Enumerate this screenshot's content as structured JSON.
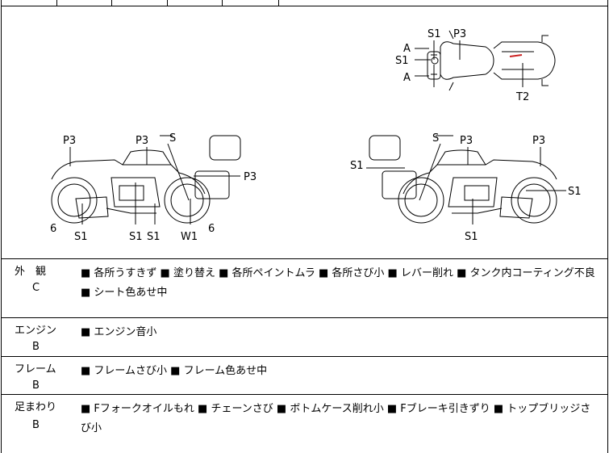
{
  "diagram": {
    "top_view": {
      "labels": [
        "S1",
        "P3",
        "A",
        "S1",
        "A",
        "T2"
      ]
    },
    "left_view": {
      "labels": [
        "P3",
        "P3",
        "S",
        "P3",
        "6",
        "S1",
        "S1",
        "S1",
        "W1",
        "6"
      ]
    },
    "right_view": {
      "labels": [
        "S",
        "P3",
        "P3",
        "S1",
        "S1",
        "S1"
      ]
    }
  },
  "rows": [
    {
      "label": "外　観",
      "grade": "C",
      "text": "■ 各所うすきず ■ 塗り替え ■ 各所ペイントムラ ■ 各所さび小 ■ レバー削れ ■ タンク内コーティング不良 ■ シート色あせ中"
    },
    {
      "label": "エンジン",
      "grade": "B",
      "text": "■ エンジン音小"
    },
    {
      "label": "フレーム",
      "grade": "B",
      "text": "■ フレームさび小 ■ フレーム色あせ中"
    },
    {
      "label": "足まわり",
      "grade": "B",
      "text": "■ Fフォークオイルもれ ■ チェーンさび ■ ボトムケース削れ小 ■ Fブレーキ引きずり ■ トップブリッジさび小"
    }
  ],
  "colors": {
    "line": "#000000",
    "accent_mark": "#cc2222"
  }
}
